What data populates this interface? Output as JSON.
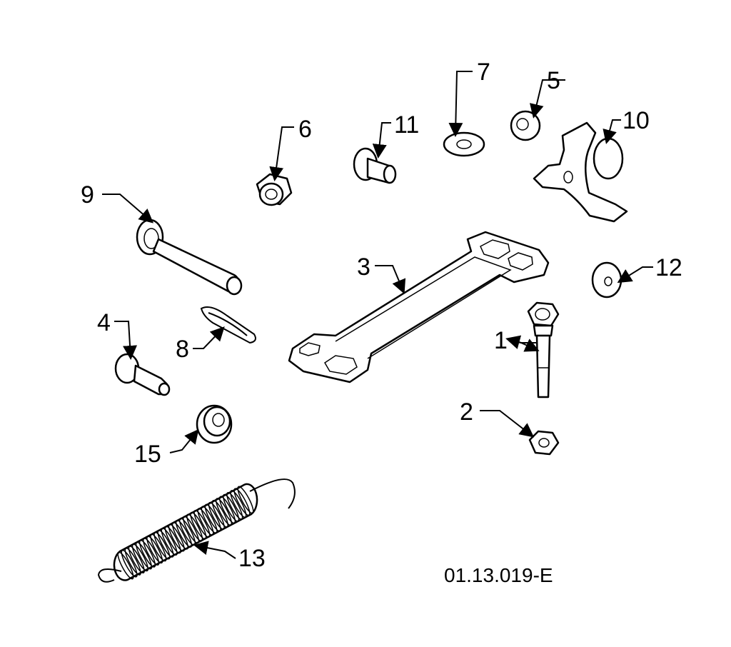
{
  "diagram": {
    "drawing_code": "01.13.019-E",
    "callouts": [
      "1",
      "2",
      "3",
      "4",
      "5",
      "6",
      "7",
      "8",
      "9",
      "10",
      "11",
      "12",
      "13",
      "15"
    ]
  }
}
